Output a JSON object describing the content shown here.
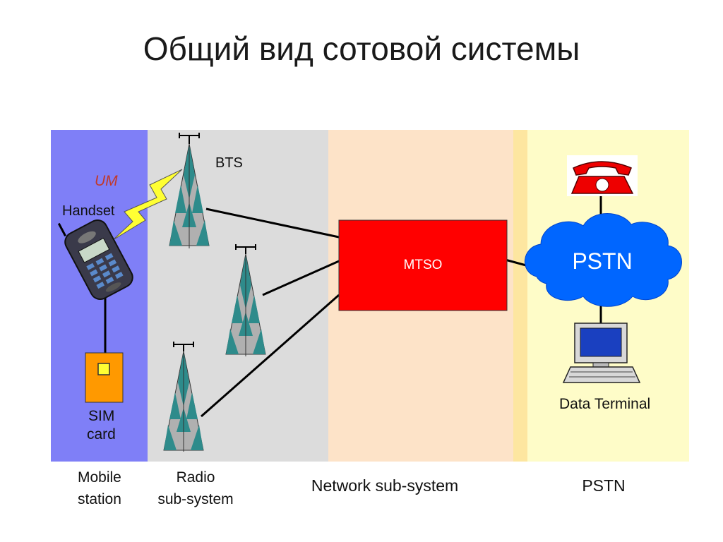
{
  "title": "Общий вид сотовой системы",
  "labels": {
    "um": "UM",
    "handset": "Handset",
    "bts": "BTS",
    "mtso": "MTSO",
    "pstn_cloud": "PSTN",
    "data_terminal": "Data Terminal",
    "sim_line1": "SIM",
    "sim_line2": "card"
  },
  "bottom_labels": {
    "mobile_line1": "Mobile",
    "mobile_line2": "station",
    "radio_line1": "Radio",
    "radio_line2": "sub-system",
    "network": "Network sub-system",
    "pstn": "PSTN"
  },
  "colors": {
    "mobile_zone": "#7f7ff7",
    "radio_zone": "#dcdcdc",
    "network_zone": "#fde3c8",
    "network_edge": "#fde6a0",
    "pstn_zone": "#fefcc8",
    "mtso": "#ff0000",
    "cloud": "#0066ff",
    "lightning": "#ffff33",
    "sim": "#ff9900",
    "tower_teal": "#2e8b8b",
    "tower_gray": "#b0b0b0",
    "phone_red": "#ee0000"
  },
  "icons": [
    "bts-tower-icon",
    "lightning-icon",
    "mobile-handset-icon",
    "sim-card-icon",
    "telephone-icon",
    "pstn-cloud-icon",
    "computer-terminal-icon"
  ]
}
